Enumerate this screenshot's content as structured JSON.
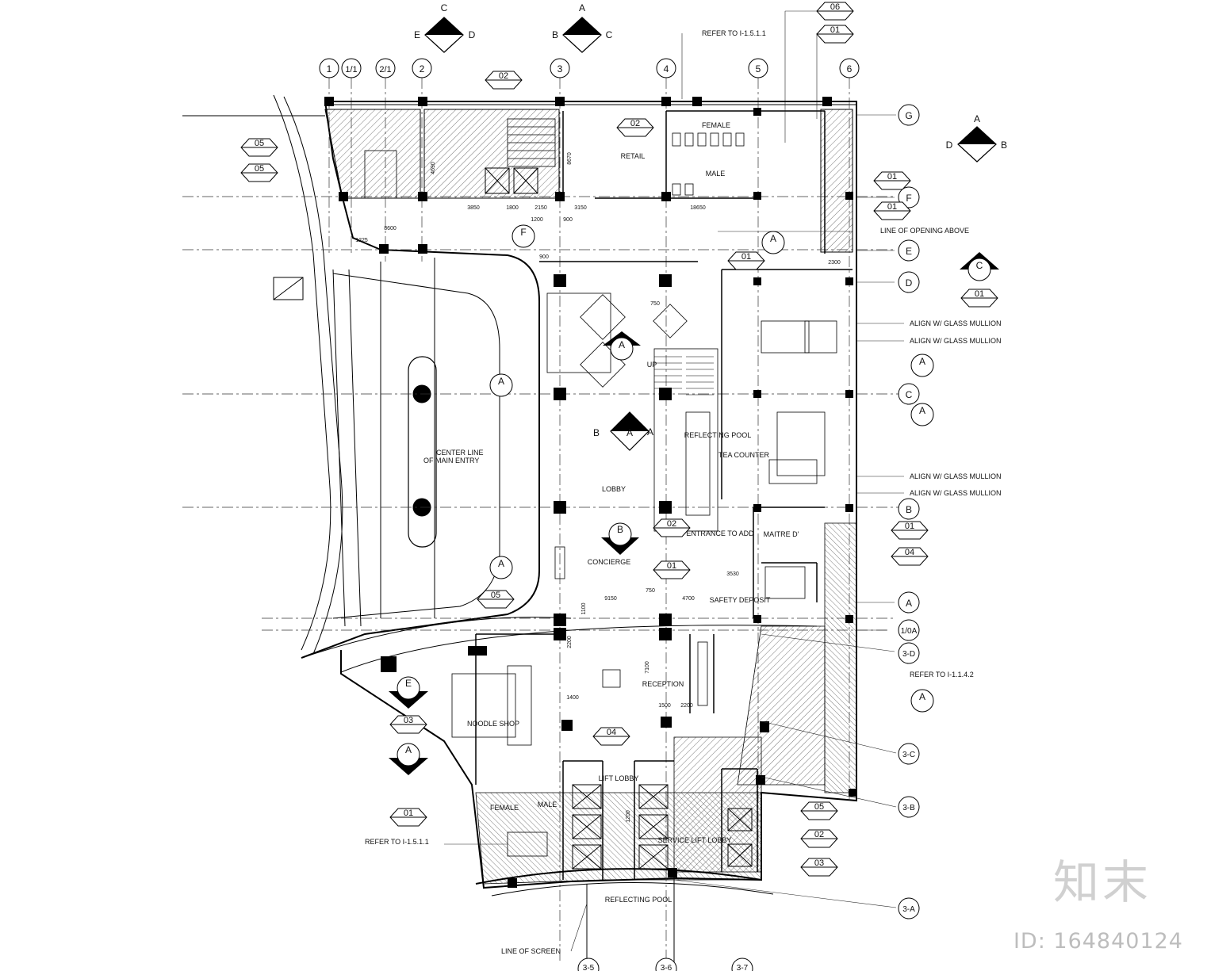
{
  "watermark": {
    "logo_text": "知末",
    "id_text": "ID: 164840124"
  },
  "grid_top": [
    "1",
    "1/1",
    "2/1",
    "2",
    "3",
    "4",
    "5",
    "6"
  ],
  "grid_right": [
    "G",
    "F",
    "E",
    "D",
    "C",
    "B",
    "A",
    "1/0A",
    "3-D",
    "3-C",
    "3-B",
    "3-A"
  ],
  "grid_bottom": [
    "3-5",
    "3-6",
    "3-7"
  ],
  "rooms": [
    {
      "label": "RETAIL"
    },
    {
      "label": "FEMALE"
    },
    {
      "label": "MALE"
    },
    {
      "label": "REFLECTING POOL"
    },
    {
      "label": "TEA COUNTER"
    },
    {
      "label": "LOBBY"
    },
    {
      "label": "CONCIERGE"
    },
    {
      "label": "ENTRANCE TO ADD"
    },
    {
      "label": "MAITRE D'"
    },
    {
      "label": "SAFETY DEPOSIT"
    },
    {
      "label": "RECEPTION"
    },
    {
      "label": "NOODLE SHOP"
    },
    {
      "label": "LIFT LOBBY"
    },
    {
      "label": "SERVICE LIFT LOBBY"
    },
    {
      "label": "FEMALE"
    },
    {
      "label": "MALE"
    },
    {
      "label": "REFLECTING POOL"
    },
    {
      "label": "UP"
    }
  ],
  "notes": [
    {
      "text": "REFER TO I-1.5.1.1"
    },
    {
      "text": "LINE OF OPENING ABOVE"
    },
    {
      "text": "ALIGN W/ GLASS MULLION"
    },
    {
      "text": "ALIGN W/ GLASS MULLION"
    },
    {
      "text": "ALIGN W/ GLASS MULLION"
    },
    {
      "text": "ALIGN W/ GLASS MULLION"
    },
    {
      "text": "CENTER LINE"
    },
    {
      "text": "OF MAIN ENTRY"
    },
    {
      "text": "REFER TO I-1.1.4.2"
    },
    {
      "text": "REFER TO I-1.5.1.1"
    },
    {
      "text": "LINE OF SCREEN"
    }
  ],
  "hex_tags": [
    {
      "text": "06"
    },
    {
      "text": "01"
    },
    {
      "text": "02"
    },
    {
      "text": "05"
    },
    {
      "text": "05"
    },
    {
      "text": "02"
    },
    {
      "text": "01"
    },
    {
      "text": "01"
    },
    {
      "text": "01"
    },
    {
      "text": "01"
    },
    {
      "text": "02"
    },
    {
      "text": "01"
    },
    {
      "text": "04"
    },
    {
      "text": "01"
    },
    {
      "text": "05"
    },
    {
      "text": "03"
    },
    {
      "text": "04"
    },
    {
      "text": "01"
    },
    {
      "text": "05"
    },
    {
      "text": "02"
    },
    {
      "text": "03"
    }
  ],
  "section_markers": [
    {
      "ref": "C",
      "l": "E",
      "r": "D"
    },
    {
      "ref": "A",
      "l": "B",
      "r": "C"
    },
    {
      "ref": "A",
      "l": "D",
      "r": "B"
    },
    {
      "ref": "A",
      "l": "B",
      "r": "A"
    }
  ],
  "elevation_tags": [
    {
      "text": "F"
    },
    {
      "text": "A"
    },
    {
      "text": "C"
    },
    {
      "text": "A"
    },
    {
      "text": "A"
    },
    {
      "text": "A"
    },
    {
      "text": "A"
    },
    {
      "text": "B"
    },
    {
      "text": "A"
    },
    {
      "text": "A"
    },
    {
      "text": "E"
    },
    {
      "text": "A"
    }
  ],
  "dimensions": [
    {
      "text": "3850"
    },
    {
      "text": "1800"
    },
    {
      "text": "2150"
    },
    {
      "text": "1200"
    },
    {
      "text": "900"
    },
    {
      "text": "3150"
    },
    {
      "text": "18650"
    },
    {
      "text": "8600"
    },
    {
      "text": "1225"
    },
    {
      "text": "4690"
    },
    {
      "text": "8670"
    },
    {
      "text": "2300"
    },
    {
      "text": "750"
    },
    {
      "text": "900"
    },
    {
      "text": "9150"
    },
    {
      "text": "4700"
    },
    {
      "text": "3530"
    },
    {
      "text": "7100"
    },
    {
      "text": "2200"
    },
    {
      "text": "1400"
    },
    {
      "text": "2200"
    },
    {
      "text": "1500"
    },
    {
      "text": "750"
    },
    {
      "text": "1100"
    },
    {
      "text": "1200"
    }
  ]
}
